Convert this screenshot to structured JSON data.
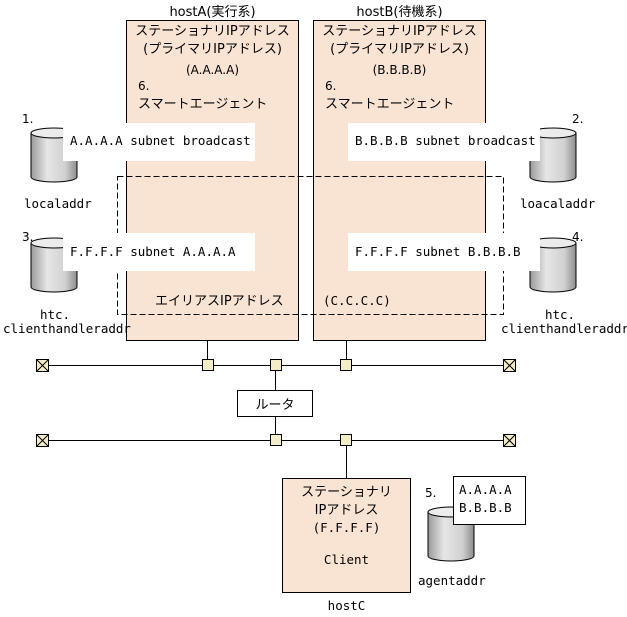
{
  "hostA": {
    "title": "hostA(実行系)",
    "ip_line1": "ステーショナリIPアドレス",
    "ip_line2": "(プライマリIPアドレス)",
    "ip_value": "(A.A.A.A)",
    "num": "6.",
    "agent": "スマートエージェント",
    "route1": "A.A.A.A subnet broadcast",
    "route3": "F.F.F.F subnet A.A.A.A"
  },
  "hostB": {
    "title": "hostB(待機系)",
    "ip_line1": "ステーショナリIPアドレス",
    "ip_line2": "(プライマリIPアドレス)",
    "ip_value": "(B.B.B.B)",
    "num": "6.",
    "agent": "スマートエージェント",
    "route2": "B.B.B.B subnet broadcast",
    "route4": "F.F.F.F subnet B.B.B.B"
  },
  "alias": {
    "label": "エイリアスIPアドレス",
    "value": "(C.C.C.C)"
  },
  "files": {
    "n1": "1.",
    "f1": "localaddr",
    "n2": "2.",
    "f2": "loacaladdr",
    "n3": "3.",
    "f3a": "htc.",
    "f3b": "clienthandleraddr",
    "n4": "4.",
    "f4a": "htc.",
    "f4b": "clienthandleraddr",
    "n5": "5.",
    "f5": "agentaddr",
    "agent_line1": "A.A.A.A",
    "agent_line2": "B.B.B.B"
  },
  "router": {
    "label": "ルータ"
  },
  "hostC": {
    "ip_line1": "ステーショナリ",
    "ip_line2": "IPアドレス",
    "ip_value": "(F.F.F.F)",
    "client": "Client",
    "name": "hostC"
  },
  "colors": {
    "host_fill": "#f9e4d4",
    "node_fill": "#f4eec8",
    "line": "#000000",
    "db_fill": "#c8c8c8"
  }
}
